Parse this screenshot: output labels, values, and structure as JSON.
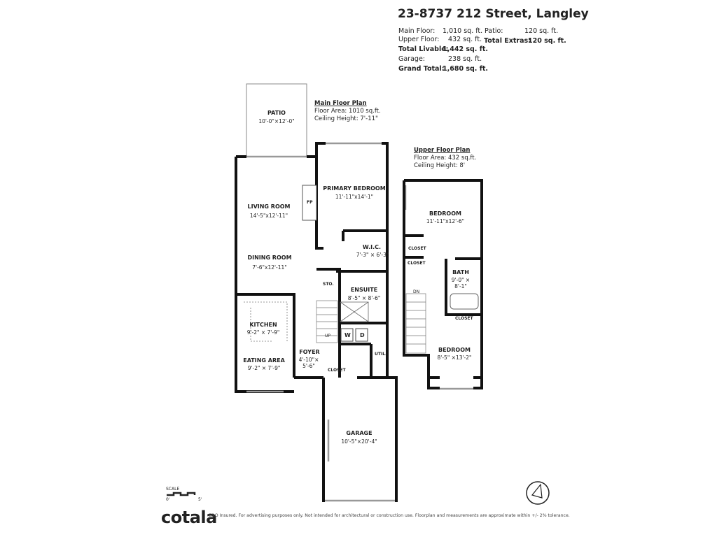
{
  "header": {
    "title": "23-8737 212 Street, Langley",
    "stats": {
      "main_floor_label": "Main Floor:",
      "main_floor_value": "1,010 sq. ft.",
      "upper_floor_label": "Upper Floor:",
      "upper_floor_value": "432 sq. ft.",
      "total_livable_label": "Total Livable:",
      "total_livable_value": "1,442 sq. ft.",
      "garage_label": "Garage:",
      "garage_value": "238 sq. ft.",
      "grand_total_label": "Grand Total:",
      "grand_total_value": "1,680 sq. ft.",
      "patio_label": "Patio:",
      "patio_value": "120 sq. ft.",
      "total_extras_label": "Total Extras:",
      "total_extras_value": "120 sq. ft."
    }
  },
  "main_floor": {
    "heading": "Main Floor Plan",
    "area": "Floor Area: 1010 sq.ft.",
    "ceiling": "Ceiling Height: 7'-11\"",
    "rooms": [
      {
        "name": "PATIO",
        "dim": "10'-0\"×12'-0\""
      },
      {
        "name": "LIVING ROOM",
        "dim": "14'-5\"x12'-11\""
      },
      {
        "name": "DINING ROOM",
        "dim": "7'-6\"x12'-11\""
      },
      {
        "name": "KITCHEN",
        "dim": "9'-2\" × 7'-9\""
      },
      {
        "name": "EATING AREA",
        "dim": "9'-2\" × 7'-9\""
      },
      {
        "name": "PRIMARY BEDROOM",
        "dim": "11'-11\"x14'-1\""
      },
      {
        "name": "W.I.C.",
        "dim": "7'-3\" × 6'-3\""
      },
      {
        "name": "ENSUITE",
        "dim": "8'-5\" × 8'-6\""
      },
      {
        "name": "FOYER",
        "dim": "4'-10\"× 5'-6\""
      },
      {
        "name": "GARAGE",
        "dim": "10'-5\"×20'-4\""
      }
    ],
    "tags": {
      "fp": "FP",
      "sto": "STO.",
      "util": "UTIL.",
      "closet": "CLOSET",
      "up": "UP",
      "washer": "W",
      "dryer": "D"
    }
  },
  "upper_floor": {
    "heading": "Upper Floor Plan",
    "area": "Floor Area: 432 sq.ft.",
    "ceiling": "Ceiling Height: 8'",
    "rooms": [
      {
        "name": "BEDROOM",
        "dim": "11'-11\"x12'-6\""
      },
      {
        "name": "BATH",
        "dim": "9'-0\" × 8'-1\""
      },
      {
        "name": "BEDROOM",
        "dim": "8'-5\" ×13'-2\""
      }
    ],
    "tags": {
      "closet": "CLOSET",
      "dn": "DN"
    }
  },
  "scale": {
    "label": "SCALE",
    "min": "0'",
    "max": "5'"
  },
  "footer": {
    "brand": "cotala",
    "disclaimer": "E&O Insured. For advertising purposes only. Not intended for architectural or construction use. Floorplan and measurements are approximate within +/- 2% tolerance."
  }
}
